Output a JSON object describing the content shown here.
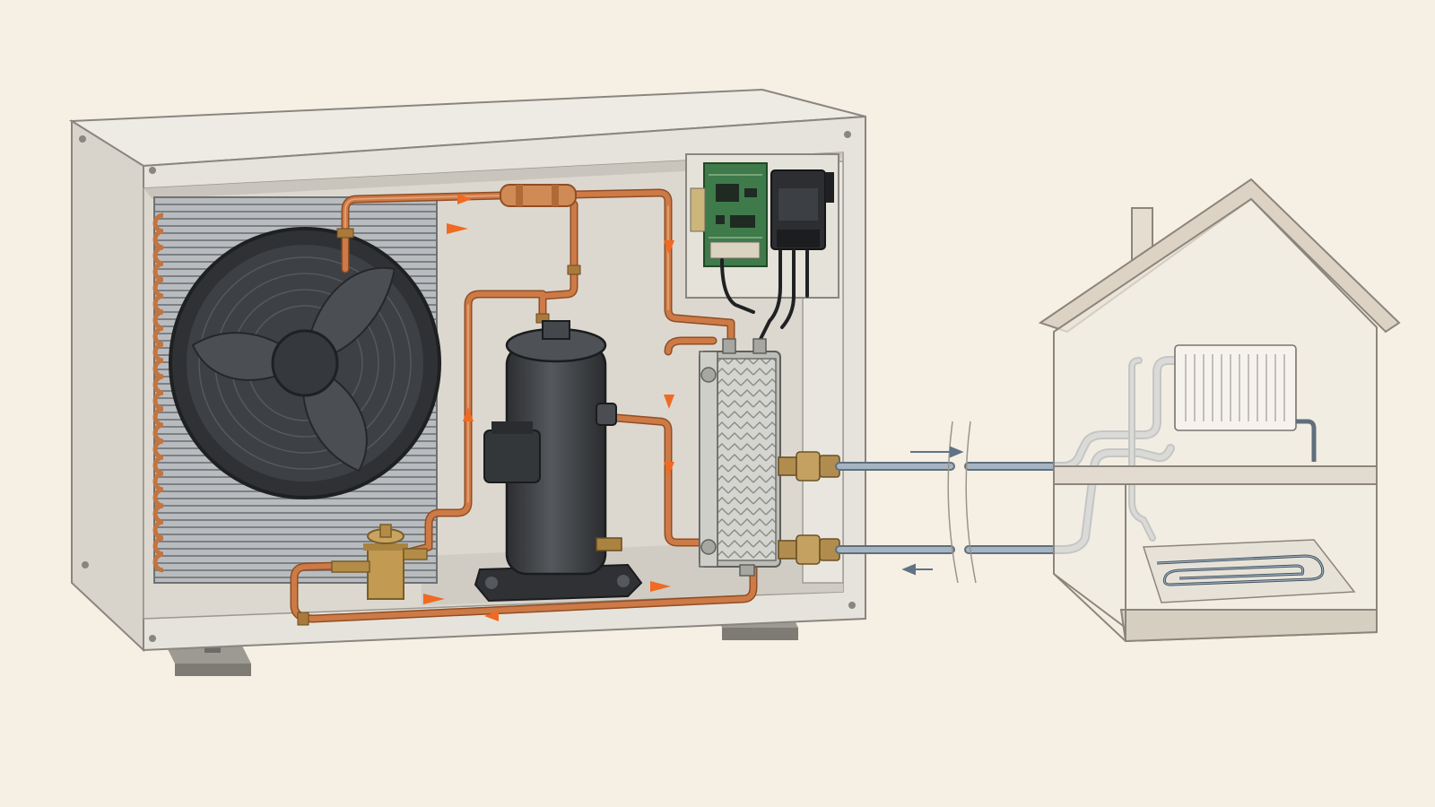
{
  "scene": {
    "description_text": "",
    "colors": {
      "background": "#f6f0e4",
      "casing": "#e9e6df",
      "casing_dark": "#c9c5bc",
      "copper": "#cd7a46",
      "copper_dark": "#8f4e26",
      "refrigerant_arrow": "#ef6a22",
      "water_pipe": "#8fa2b2",
      "water_arrow": "#5f7385",
      "fan": "#3a3d40",
      "compressor": "#3d3f42",
      "pcb": "#3f7a4a",
      "brass": "#b89550",
      "house_line": "#8d857b"
    },
    "icons": [
      "heat-pump-unit",
      "axial-fan",
      "finned-coil-evaporator",
      "scroll-compressor",
      "plate-heat-exchanger",
      "expansion-valve",
      "filter-drier",
      "control-board",
      "house",
      "radiator",
      "underfloor-heating-loop"
    ]
  }
}
